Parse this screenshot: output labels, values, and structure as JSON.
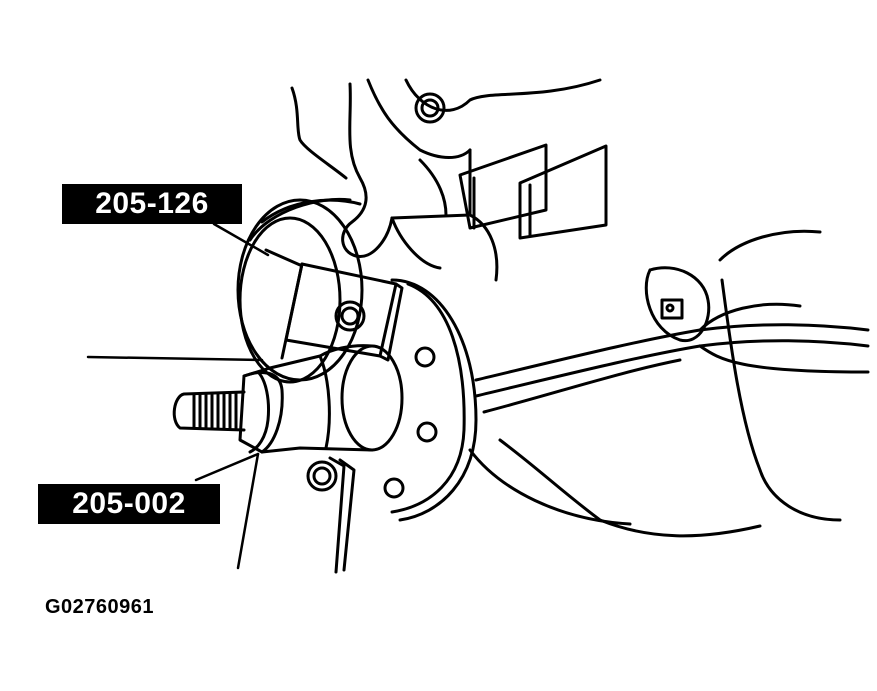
{
  "labels": {
    "tool_upper": "205-126",
    "tool_lower": "205-002"
  },
  "figure_id": "G02760961"
}
